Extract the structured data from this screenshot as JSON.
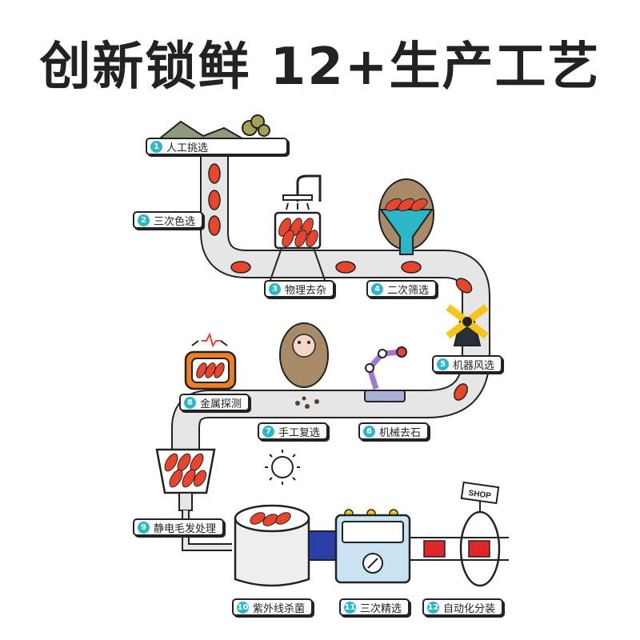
{
  "title": "创新锁鲜 12+生产工艺",
  "colors": {
    "pipe": "#e6e6e6",
    "outline": "#222222",
    "berry": "#e8462c",
    "accent": "#2bb7c8",
    "robot": "#f07f22",
    "arm": "#a07ad0",
    "mill_blade": "#f5c518",
    "machine": "#c9e3f2",
    "bag": "#e0262a"
  },
  "steps": [
    {
      "num": "1",
      "label": "人工挑选"
    },
    {
      "num": "2",
      "label": "三次色选"
    },
    {
      "num": "3",
      "label": "物理去杂"
    },
    {
      "num": "4",
      "label": "二次筛选"
    },
    {
      "num": "5",
      "label": "机器风选"
    },
    {
      "num": "6",
      "label": "机械去石"
    },
    {
      "num": "7",
      "label": "手工复选"
    },
    {
      "num": "8",
      "label": "金属探测"
    },
    {
      "num": "9",
      "label": "静电毛发处理"
    },
    {
      "num": "10",
      "label": "紫外线杀菌"
    },
    {
      "num": "11",
      "label": "三次精选"
    },
    {
      "num": "12",
      "label": "自动化分装"
    }
  ],
  "shop_sign": "SHOP",
  "icons": [
    "mountain-icon",
    "shower-icon",
    "funnel-icon",
    "windmill-icon",
    "robot-arm-icon",
    "robot-detector-icon",
    "hopper-icon",
    "sun-icon",
    "uv-drum-icon",
    "sorting-machine-icon",
    "packaging-machine-icon",
    "shop-sign-icon"
  ]
}
